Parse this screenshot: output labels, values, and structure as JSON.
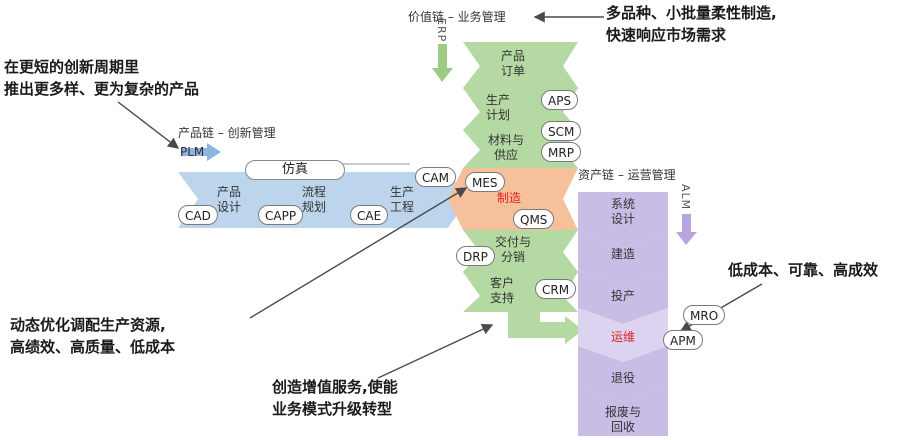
{
  "annotations": {
    "top_right": [
      "多品种、小批量柔性制造,",
      "快速响应市场需求"
    ],
    "top_left": [
      "在更短的创新周期里",
      "推出更多样、更为复杂的产品"
    ],
    "middle_right": "低成本、可靠、高成效",
    "bottom_left": [
      "动态优化调配生产资源,",
      "高绩效、高质量、低成本"
    ],
    "bottom_center": [
      "创造增值服务,使能",
      "业务模式升级转型"
    ]
  },
  "value_chain": {
    "title": "价值链 – 业务管理",
    "side_label": "ERP",
    "nodes": [
      {
        "text": "产品\n订单"
      },
      {
        "text": "生产\n计划",
        "pill": "APS"
      },
      {
        "text": "材料与\n供应",
        "pills": [
          "SCM",
          "MRP"
        ]
      },
      {
        "text": "制造",
        "pills": [
          "MES",
          "QMS"
        ]
      },
      {
        "text": "交付与\n分销",
        "pill": "DRP"
      },
      {
        "text": "客户\n支持",
        "pill": "CRM"
      }
    ]
  },
  "product_chain": {
    "title": "产品链 – 创新管理",
    "side_label": "PLM",
    "sim_label": "仿真",
    "nodes": [
      {
        "text": "产品\n设计",
        "pill": "CAD"
      },
      {
        "text": "流程\n规划",
        "pill": "CAPP"
      },
      {
        "text": "生产\n工程",
        "pills": [
          "CAE",
          "CAM"
        ]
      }
    ]
  },
  "asset_chain": {
    "title": "资产链 – 运营管理",
    "side_label": "ALM",
    "nodes": [
      {
        "text": "系统\n设计"
      },
      {
        "text": "建造"
      },
      {
        "text": "投产"
      },
      {
        "text": "运维",
        "pills": [
          "MRO",
          "APM"
        ]
      },
      {
        "text": "退役"
      },
      {
        "text": "报废与\n回收"
      }
    ]
  },
  "colors": {
    "green": "#b5d9a2",
    "green_dark": "#9ccb85",
    "blue": "#bcd5ec",
    "purple": "#c9bde5",
    "purple_light": "#dcd3f0",
    "orange": "#f6c09b",
    "highlight_red": "#e0201b"
  }
}
